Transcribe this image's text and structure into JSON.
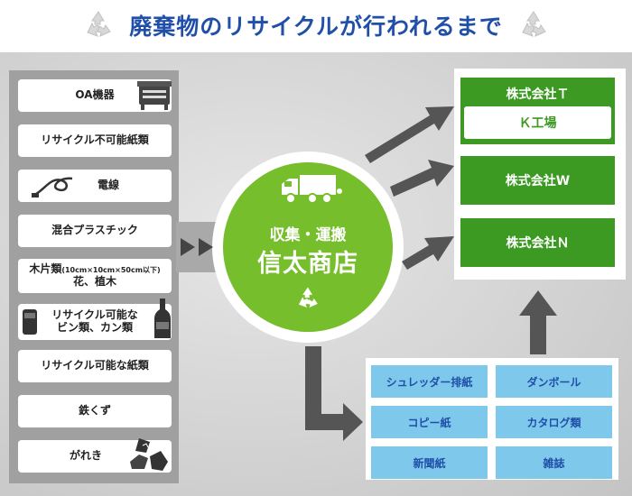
{
  "title": "廃棄物のリサイクルが行われるまで",
  "waste_items": [
    {
      "label": "OA機器"
    },
    {
      "label": "リサイクル不可能紙類"
    },
    {
      "label": "電線"
    },
    {
      "label": "混合プラスチック"
    },
    {
      "label_main": "木片類",
      "label_note": "(10cm×10cm×50cm以下)",
      "label_line2": "花、植木"
    },
    {
      "label_line1": "リサイクル可能な",
      "label_line2": "ビン類、カン類"
    },
    {
      "label": "リサイクル可能な紙類"
    },
    {
      "label": "鉄くず"
    },
    {
      "label": "がれき"
    }
  ],
  "center": {
    "line1": "収集・運搬",
    "line2": "信太商店"
  },
  "companies": {
    "t": "株式会社Ｔ",
    "t_factory": "Ｋ工場",
    "w": "株式会社W",
    "n": "株式会社Ｎ"
  },
  "paper_categories": [
    "シュレッダー排紙",
    "ダンボール",
    "コピー紙",
    "カタログ類",
    "新聞紙",
    "雑誌"
  ],
  "colors": {
    "title": "#1f4fa8",
    "center_green": "#76be2b",
    "company_green": "#3c9a23",
    "paper_blue": "#7ec8ec",
    "arrow": "#555555"
  },
  "icons": [
    "recycle-icon",
    "copier-icon",
    "cable-icon",
    "can-icon",
    "bottle-icon",
    "rubble-icon",
    "truck-icon"
  ]
}
